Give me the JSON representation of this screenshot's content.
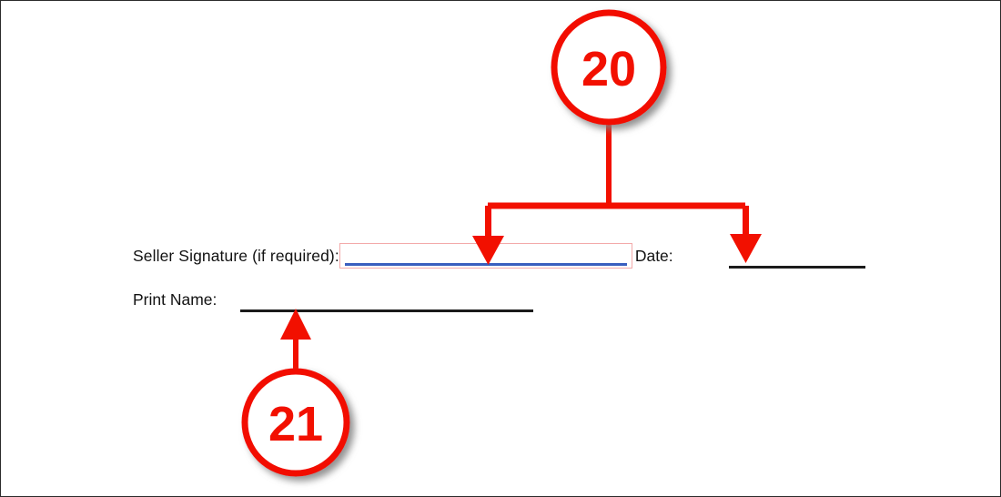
{
  "document": {
    "type": "form-excerpt",
    "background_color": "#ffffff",
    "border_color": "#2b2b2b"
  },
  "form": {
    "signature_row": {
      "label": "Seller Signature (if required):",
      "input": {
        "name": "seller-signature",
        "value": "",
        "placeholder": "",
        "border_color": "#f3aaaa",
        "underline_color": "#3a5fbf"
      },
      "date_label": "Date:",
      "date_value": ""
    },
    "print_name_row": {
      "label": "Print Name:",
      "value": ""
    }
  },
  "annotations": {
    "accent_color": "#f21000",
    "items": [
      {
        "number": "20",
        "targets": [
          "seller-signature-field",
          "date-field"
        ],
        "arrow_direction": "down"
      },
      {
        "number": "21",
        "targets": [
          "print-name-field"
        ],
        "arrow_direction": "up"
      }
    ]
  }
}
